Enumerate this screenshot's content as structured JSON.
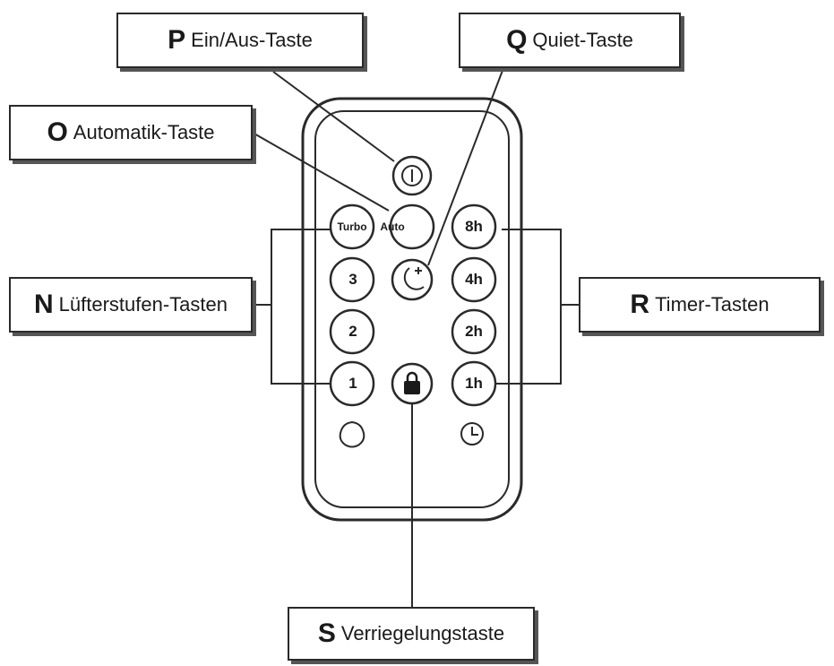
{
  "callouts": [
    {
      "id": "P",
      "letter": "P",
      "label": "Ein/Aus-Taste"
    },
    {
      "id": "Q",
      "letter": "Q",
      "label": "Quiet-Taste"
    },
    {
      "id": "O",
      "letter": "O",
      "label": "Automatik-Taste"
    },
    {
      "id": "N",
      "letter": "N",
      "label": "Lüfterstufen-Tasten"
    },
    {
      "id": "R",
      "letter": "R",
      "label": "Timer-Tasten"
    },
    {
      "id": "S",
      "letter": "S",
      "label": "Verriegelungstaste"
    }
  ],
  "remote": {
    "turbo_label": "Turbo",
    "auto_label": "Auto",
    "fan_buttons": [
      "3",
      "2",
      "1"
    ],
    "timer_buttons": [
      "8h",
      "4h",
      "2h",
      "1h"
    ],
    "icons": [
      "power-icon",
      "moon-icon",
      "lock-icon",
      "fan-icon",
      "clock-icon"
    ]
  }
}
